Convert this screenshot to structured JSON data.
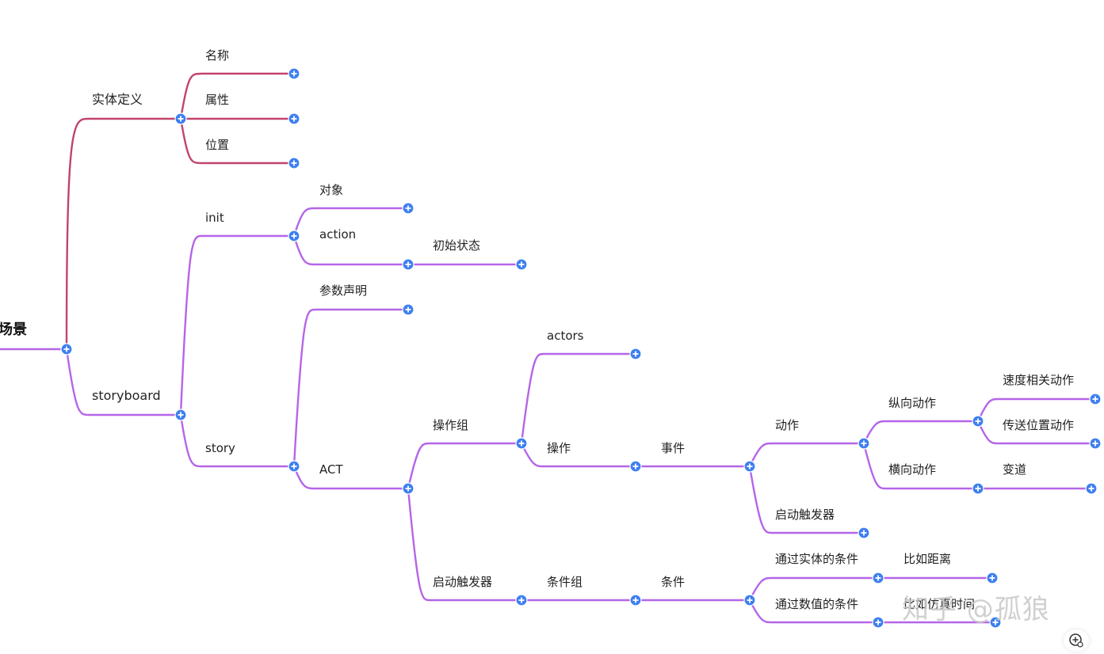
{
  "colors": {
    "branch_entity": "#c2436d",
    "branch_storyboard": "#b565e8",
    "node_button": "#3d7ff0"
  },
  "mindmap": {
    "root": "场景",
    "entity": {
      "label": "实体定义",
      "children": [
        "名称",
        "属性",
        "位置"
      ]
    },
    "storyboard": {
      "label": "storyboard",
      "init": {
        "label": "init",
        "object": "对象",
        "action": "action",
        "initial_state": "初始状态"
      },
      "story": {
        "label": "story",
        "param_decl": "参数声明",
        "act": {
          "label": "ACT",
          "op_group": {
            "label": "操作组",
            "actors": "actors",
            "operation": "操作",
            "event": "事件",
            "action": {
              "label": "动作",
              "longitudinal": "纵向动作",
              "speed_action": "速度相关动作",
              "teleport_action": "传送位置动作",
              "lateral": "横向动作",
              "lane_change": "变道"
            },
            "start_trigger": "启动触发器"
          },
          "trigger": {
            "label": "启动触发器",
            "condition_group": "条件组",
            "condition": "条件",
            "by_entity": "通过实体的条件",
            "by_entity_example": "比如距离",
            "by_value": "通过数值的条件",
            "by_value_example": "比如仿真时间"
          }
        }
      }
    }
  },
  "watermark": "知乎 @孤狼",
  "icons": {
    "node_expand": "plus-circle-icon",
    "corner": "add-circle-icon"
  }
}
